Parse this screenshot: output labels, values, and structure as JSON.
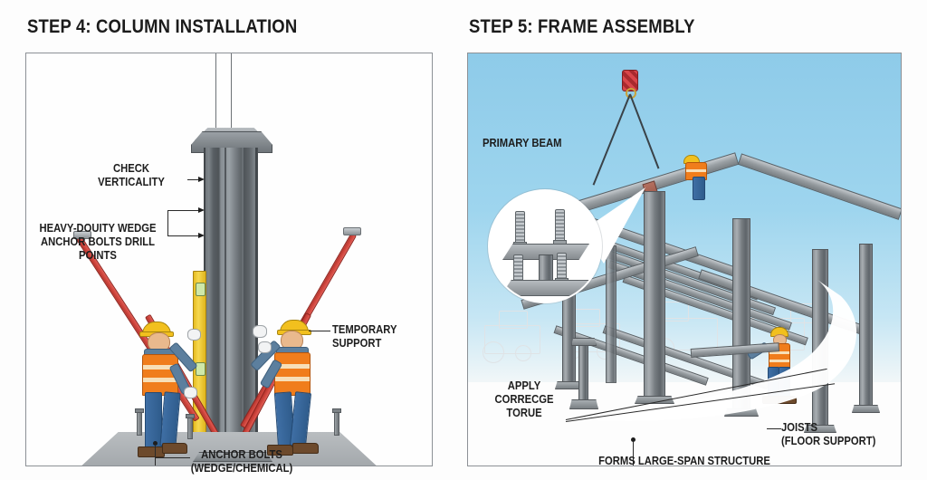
{
  "document": {
    "type": "construction-procedure-illustration",
    "background_color": "#fdfdfd"
  },
  "panels": [
    {
      "id": "step-4",
      "title": "STEP 4: COLUMN INSTALLATION",
      "border_color": "#8d9196",
      "background_color": "#fefefe",
      "scene_description": "Steel column being plumbed on a concrete pad by two workers with temporary props",
      "labels": [
        {
          "id": "check-verticality",
          "text": "CHECK\nVERTICALITY"
        },
        {
          "id": "wedge-anchor-bolts",
          "text": "HEAVY-DOUITY WEDGE\nANCHOR BOLTS DRILL\nPOINTS"
        },
        {
          "id": "temporary-support",
          "text": "TEMPORARY\nSUPPORT"
        },
        {
          "id": "anchor-bolts",
          "text": "ANCHOR BOLTS\n(WEDGE/CHEMICAL)"
        }
      ],
      "elements": {
        "column": "steel-H-column",
        "level_tool": "yellow-spirit-level",
        "props": "red-temporary-props",
        "base": "concrete-pad-with-anchor-studs",
        "workers": 2
      },
      "colors": {
        "helmet": "#f2c01e",
        "vest": "#f07d1c",
        "jeans": "#3f6fa5",
        "prop": "#c83b33",
        "level": "#e7bc20",
        "steel": "#7b8186",
        "concrete": "#a9aeb2"
      }
    },
    {
      "id": "step-5",
      "title": "STEP 5: FRAME ASSEMBLY",
      "border_color": "#8d9196",
      "background_color": "#9ed5ee",
      "scene_description": "Isometric steel frame being erected, crane lifting a primary beam, bolted baseplate detail inset",
      "labels": [
        {
          "id": "primary-beam",
          "text": "PRIMARY BEAM"
        },
        {
          "id": "apply-torque",
          "text": "APPLY\nCORRECGE\nTORUE"
        },
        {
          "id": "joists",
          "text": "JOISTS\n(FLOOR SUPPORT)"
        },
        {
          "id": "large-span",
          "text": "FORMS LARGE-SPAN STRUCTURE"
        }
      ],
      "elements": {
        "crane_hook": "red-crane-hook-block",
        "slings": 2,
        "inset": "bolted-baseplate-connection-detail",
        "workers": 3,
        "background_machines": "faint-outlined-tractors"
      },
      "colors": {
        "sky_top": "#8ecbe9",
        "sky_bottom": "#f2f7f8",
        "steel": "#8a9095",
        "hook": "#c33a3e",
        "helmet": "#f2c01e",
        "vest": "#f07d1c"
      }
    }
  ]
}
